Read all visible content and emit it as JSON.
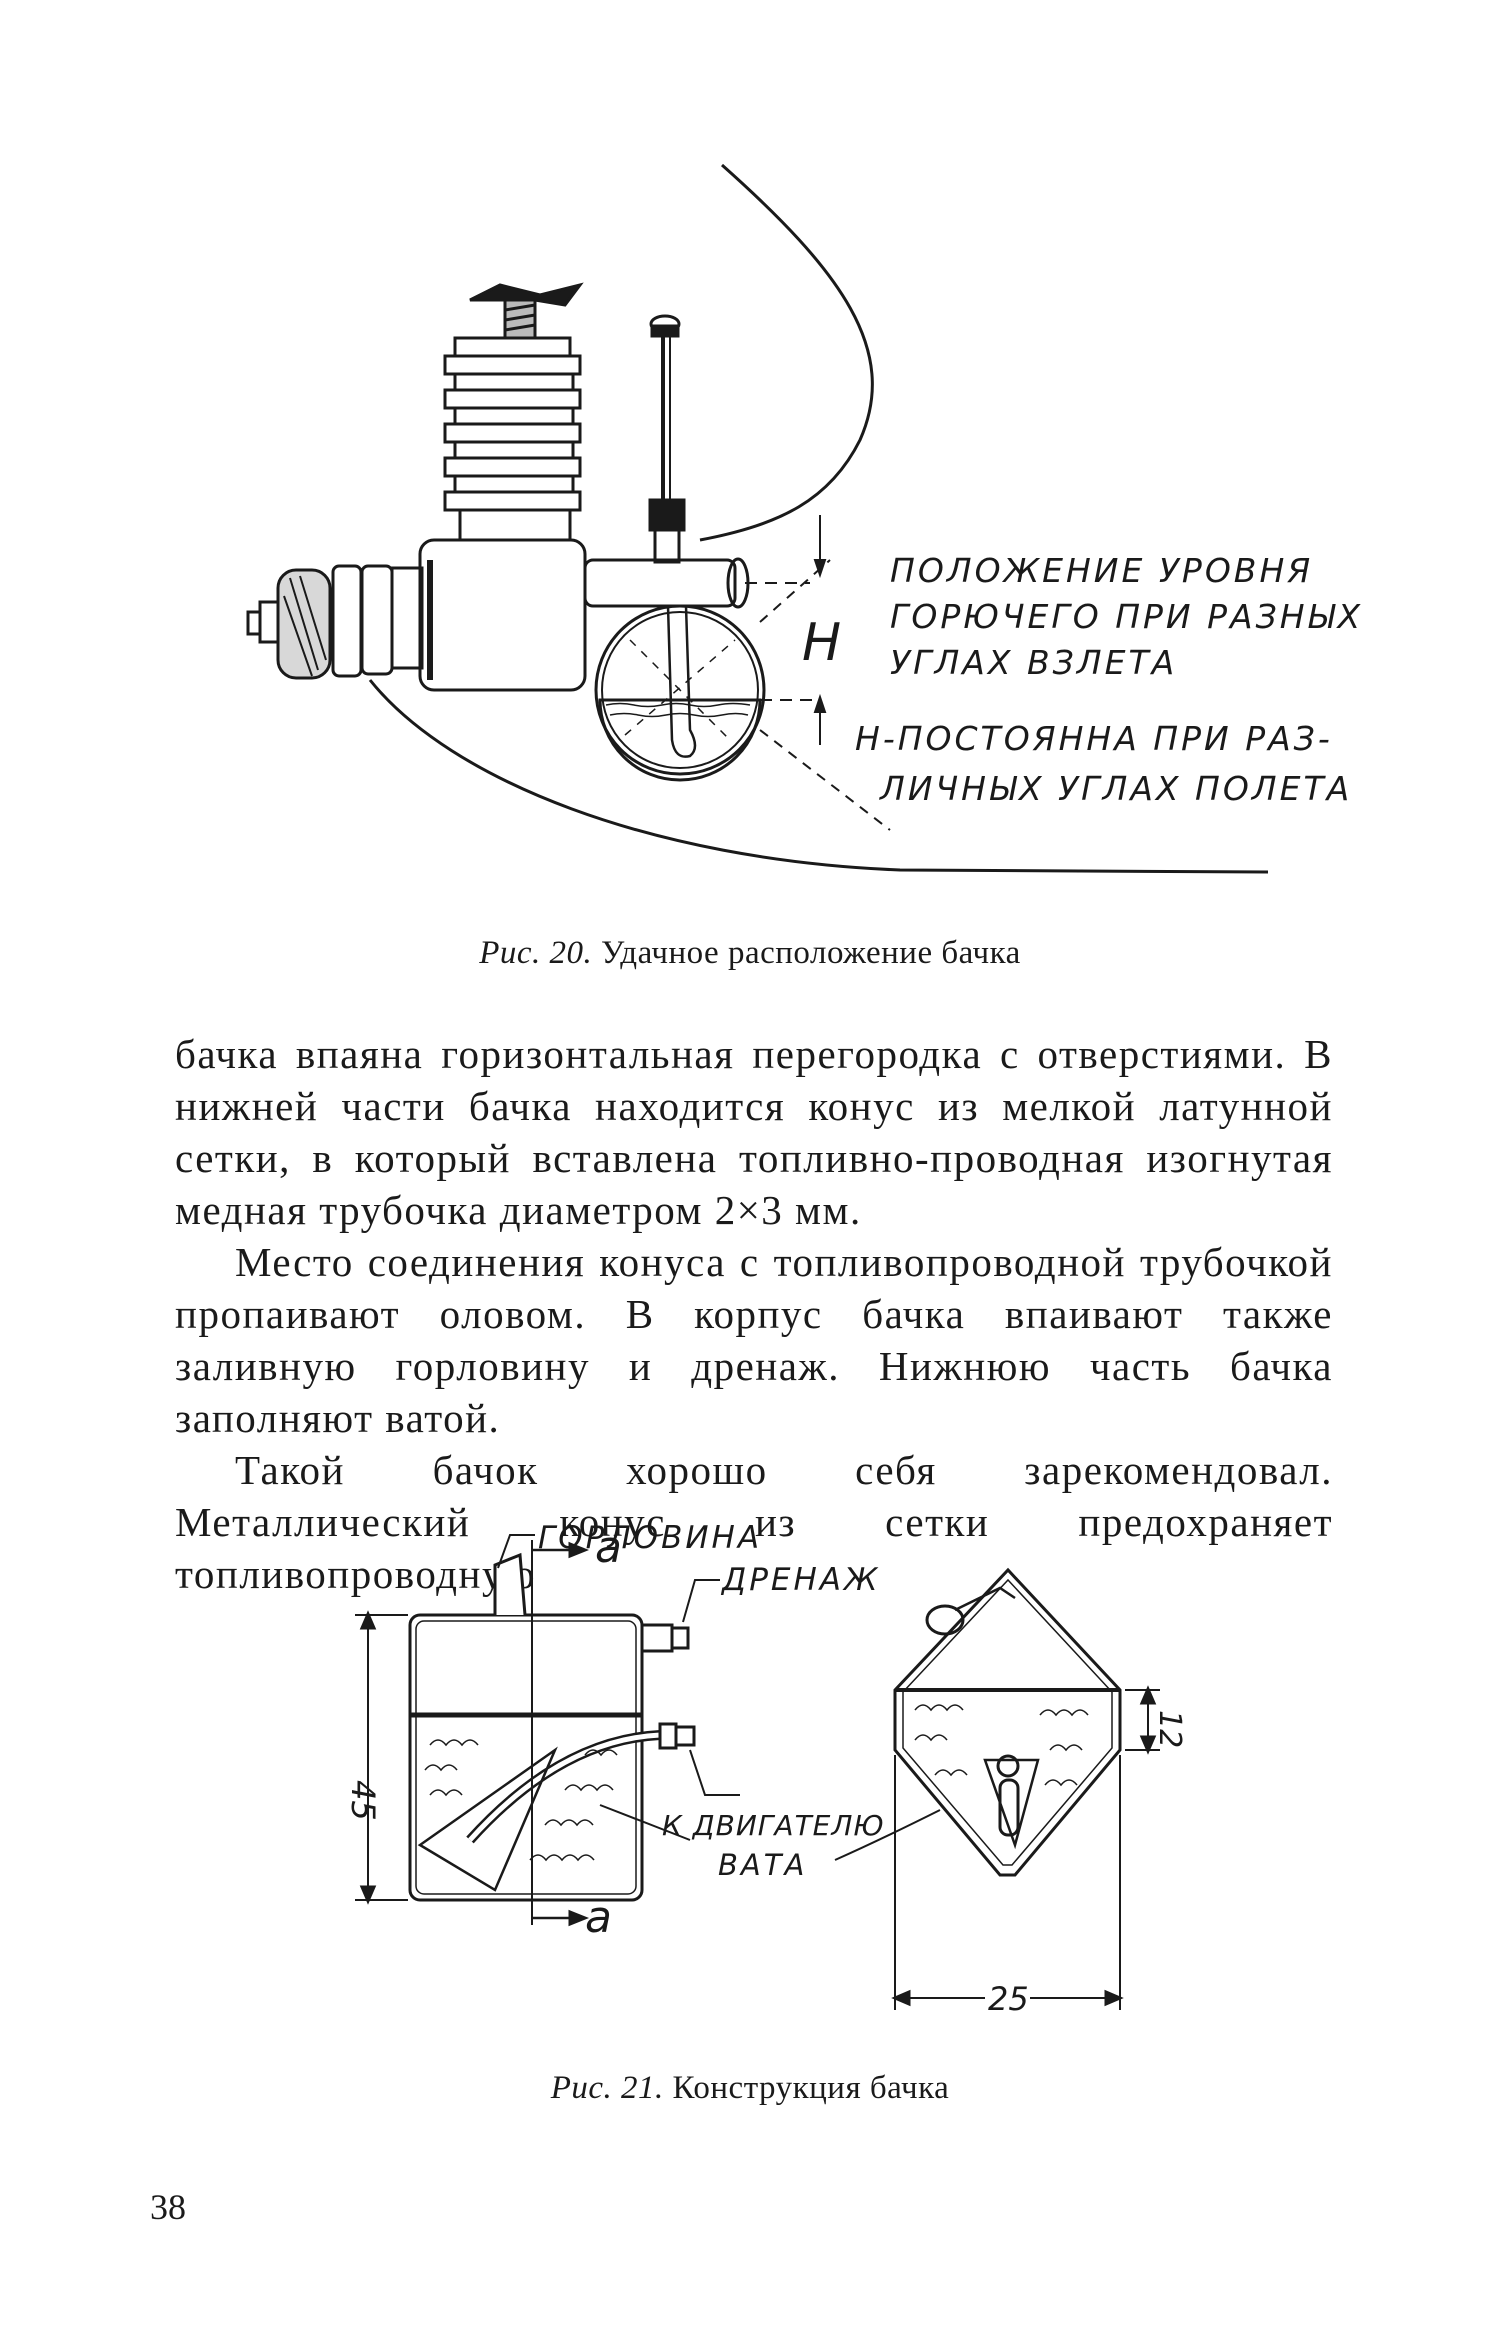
{
  "figure20": {
    "labels": {
      "level_line1": "ПОЛОЖЕНИЕ УРОВНЯ",
      "level_line2": "ГОРЮЧЕГО ПРИ РАЗНЫХ",
      "level_line3": "УГЛАХ ВЗЛЕТА",
      "h_marker": "Н",
      "h_const_line1": "Н-ПОСТОЯННА ПРИ РАЗ-",
      "h_const_line2": "ЛИЧНЫХ УГЛАХ ПОЛЕТА"
    },
    "caption_label": "Рис. 20.",
    "caption_text": "Удачное расположение бачка"
  },
  "body_paragraphs": [
    "бачка впаяна горизонтальная перегородка с отверстиями. В нижней части бачка находится конус из мелкой латунной сетки, в который вставлена топливно-проводная изогнутая медная трубочка диаметром 2×3 мм.",
    "Место соединения конуса с топливопроводной трубочкой пропаивают оловом. В корпус бачка впаивают также заливную горловину и дренаж. Нижнюю часть бачка заполняют ватой.",
    "Такой бачок хорошо себя зарекомендовал. Металлический конус из сетки предохраняет топливопроводную"
  ],
  "figure21": {
    "labels": {
      "neck": "ГОРЛОВИНА",
      "drain": "ДРЕНАЖ",
      "to_engine": "К ДВИГАТЕЛЮ",
      "cotton": "ВАТА",
      "section_top": "а",
      "section_bottom": "а",
      "dim_height": "45",
      "dim_small": "12",
      "dim_width": "25"
    },
    "caption_label": "Рис. 21.",
    "caption_text": "Конструкция бачка"
  },
  "page_number": "38"
}
